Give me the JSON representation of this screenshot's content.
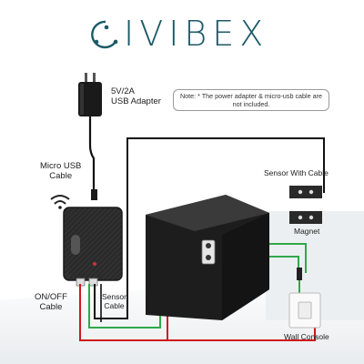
{
  "brand": {
    "name": "IVIBEX",
    "color": "#1b5a66"
  },
  "labels": {
    "usb_adapter": [
      "5V/2A",
      "USB Adapter"
    ],
    "note": "Note: * The power adapter & micro-usb cable are not included.",
    "micro_usb": [
      "Micro USB",
      "Cable"
    ],
    "onoff": [
      "ON/OFF",
      "Cable"
    ],
    "sensor_cable": [
      "Sensor",
      "Cable"
    ],
    "sensor_with_cable": "Sensor With Cable",
    "magnet": "Magnet",
    "wall_console": "Wall Console"
  },
  "colors": {
    "wire_red": "#d0161c",
    "wire_green": "#2fa84a",
    "wire_black": "#111111",
    "device": "#2b2b2b",
    "garage": "#1d1d1d"
  },
  "icons": [
    "brand-logo-icon",
    "wifi-icon"
  ]
}
